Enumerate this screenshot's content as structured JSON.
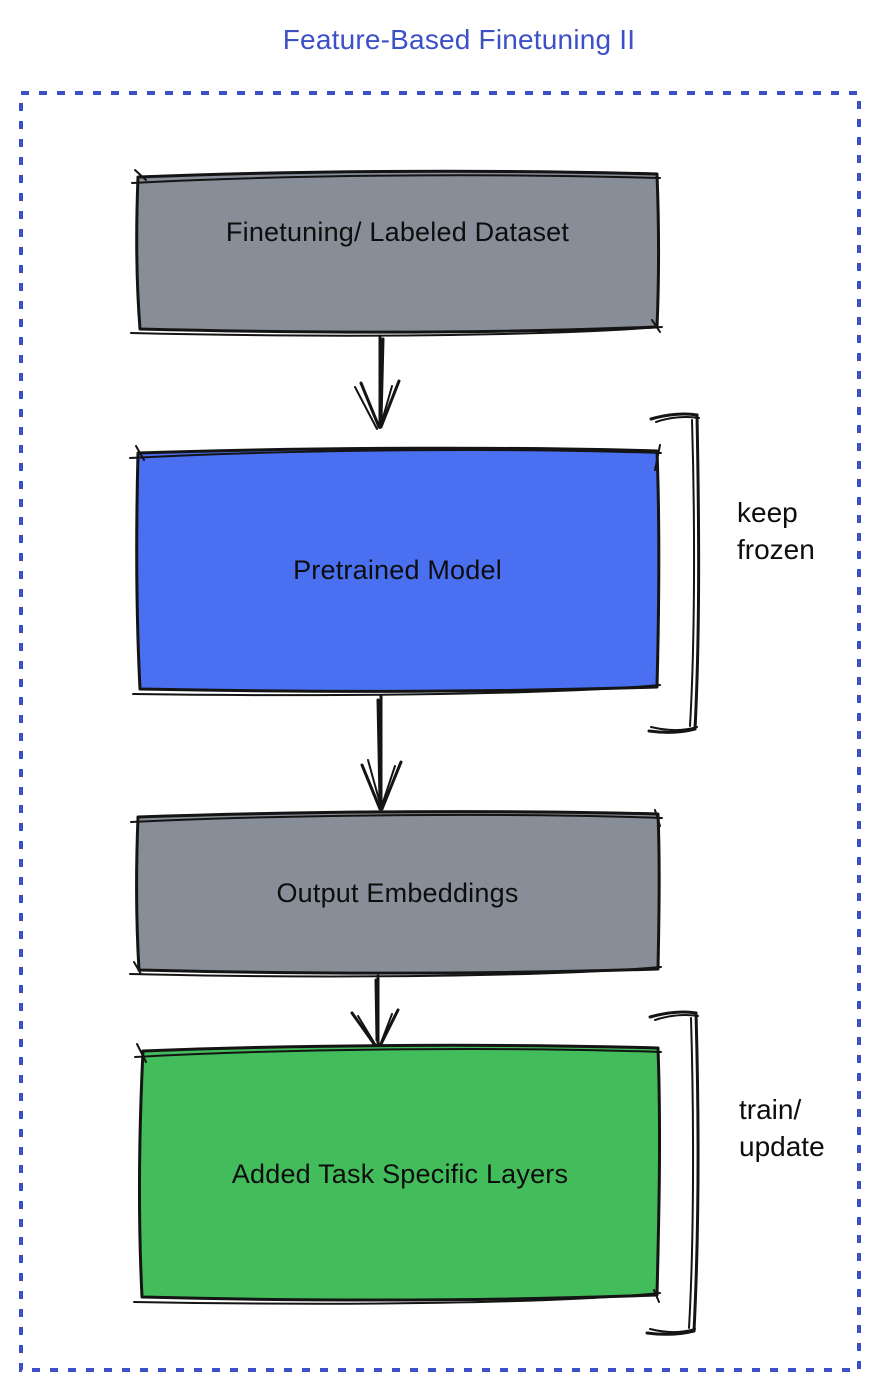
{
  "title": "Feature-Based Finetuning II",
  "colors": {
    "accent_blue": "#3C50C8",
    "gray_box": "#878E97",
    "blue_box": "#4A6FF0",
    "green_box": "#43BD5B",
    "ink": "#141414"
  },
  "boxes": {
    "dataset": {
      "label": "Finetuning/ Labeled Dataset"
    },
    "pretrained": {
      "label": "Pretrained Model"
    },
    "embeddings": {
      "label": "Output Embeddings"
    },
    "task_layers": {
      "label": "Added Task Specific Layers"
    }
  },
  "annotations": {
    "keep_frozen": {
      "line1": "keep",
      "line2": "frozen"
    },
    "train_update": {
      "line1": "train/",
      "line2": "update"
    }
  }
}
